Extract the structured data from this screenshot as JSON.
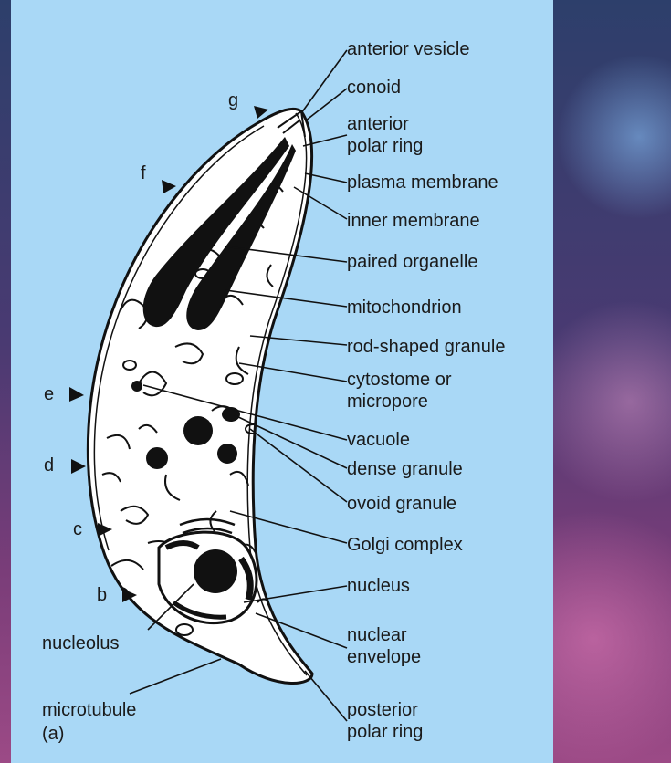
{
  "labels": {
    "anterior_vesicle": "anterior vesicle",
    "conoid": "conoid",
    "anterior_polar_ring": "anterior\npolar ring",
    "plasma_membrane": "plasma membrane",
    "inner_membrane": "inner membrane",
    "paired_organelle": "paired organelle",
    "mitochondrion": "mitochondrion",
    "rod_shaped_granule": "rod-shaped granule",
    "cytostome_or_micropore": "cytostome or\nmicropore",
    "vacuole": "vacuole",
    "dense_granule": "dense granule",
    "ovoid_granule": "ovoid granule",
    "golgi_complex": "Golgi complex",
    "nucleus": "nucleus",
    "nuclear_envelope": "nuclear\nenvelope",
    "posterior_polar_ring": "posterior\npolar ring",
    "nucleolus": "nucleolus",
    "microtubule": "microtubule",
    "panel_id": "(a)"
  },
  "section_markers": [
    "g",
    "f",
    "e",
    "d",
    "c",
    "b"
  ],
  "colors": {
    "panel_background": "#a9d8f6",
    "ink": "#111111",
    "cell_fill": "#ffffff"
  }
}
